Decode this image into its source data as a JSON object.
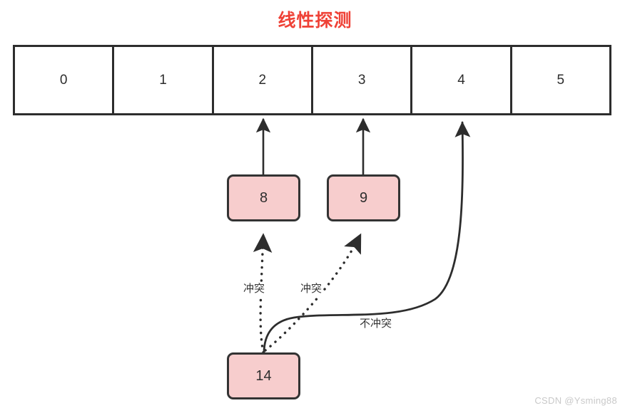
{
  "diagram": {
    "title": "线性探测",
    "title_color": "#ef4136",
    "box_fill_color": "#f7cdcd",
    "stroke_color": "#2d2d2d",
    "hash_table": {
      "name": "hash-table",
      "slots": [
        {
          "index": "0"
        },
        {
          "index": "1"
        },
        {
          "index": "2"
        },
        {
          "index": "3"
        },
        {
          "index": "4"
        },
        {
          "index": "5"
        }
      ]
    },
    "key_boxes": [
      {
        "value": "8",
        "target_slot": "2"
      },
      {
        "value": "9",
        "target_slot": "3"
      },
      {
        "value": "14",
        "target_slot": "4"
      }
    ],
    "edge_labels": {
      "collision_1": "冲突",
      "collision_2": "冲突",
      "no_collision": "不冲突"
    }
  },
  "watermark": "CSDN @Ysming88"
}
